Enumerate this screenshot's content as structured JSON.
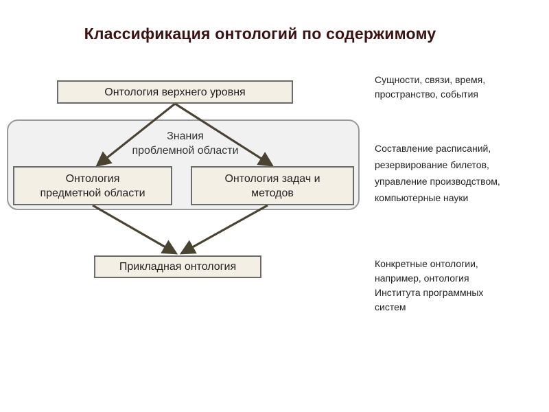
{
  "title": "Классификация онтологий по содержимому",
  "region_label": [
    "Знания",
    "проблемной области"
  ],
  "boxes": {
    "upper": [
      "Онтология верхнего уровня"
    ],
    "domain": [
      "Онтология",
      "предметной области"
    ],
    "task": [
      "Онтология задач и",
      "методов"
    ],
    "applied": [
      "Прикладная онтология"
    ]
  },
  "notes": {
    "upper": [
      "Сущности, связи, время,",
      "пространство, события"
    ],
    "middle": [
      "Составление расписаний,",
      "резервирование билетов,",
      "управление производством,",
      "компьютерные науки"
    ],
    "applied": [
      "Конкретные онтологии,",
      "например, онтология",
      "Института программных",
      "систем"
    ]
  },
  "colors": {
    "title": "#3a1212",
    "box_fill": "#f3efe4",
    "box_border": "#6b6b6b",
    "region_fill": "#f1f1f1",
    "region_border": "#9a9a9a",
    "arrow": "#4a4332"
  }
}
